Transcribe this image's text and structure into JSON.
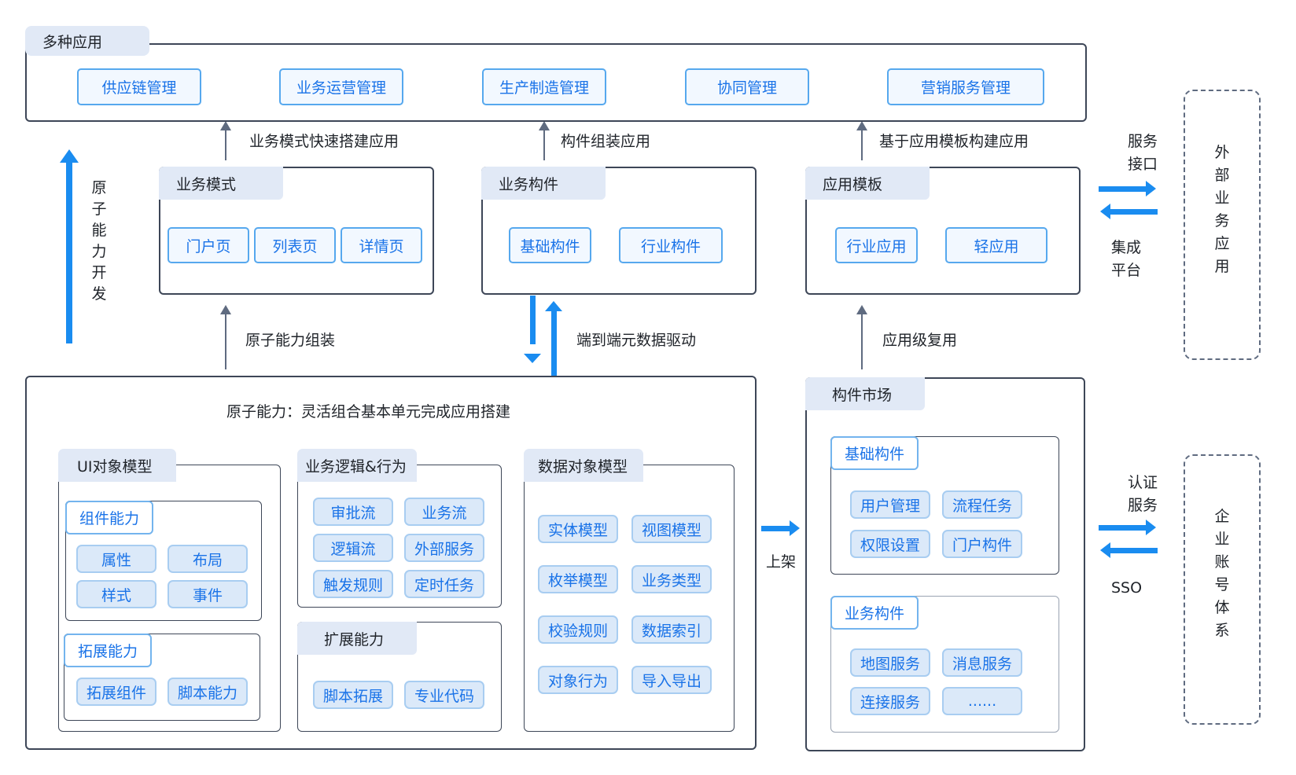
{
  "apps": {
    "title": "多种应用",
    "items": [
      "供应链管理",
      "业务运营管理",
      "生产制造管理",
      "协同管理",
      "营销服务管理"
    ]
  },
  "arrows": {
    "left_vertical": "原子能力开发",
    "to_apps_1": "业务模式快速搭建应用",
    "to_apps_2": "构件组装应用",
    "to_apps_3": "基于应用模板构建应用",
    "atomic_assemble": "原子能力组装",
    "end_to_end": "端到端元数据驱动",
    "app_reuse": "应用级复用",
    "listing": "上架"
  },
  "business_mode": {
    "title": "业务模式",
    "items": [
      "门户页",
      "列表页",
      "详情页"
    ]
  },
  "business_component": {
    "title": "业务构件",
    "items": [
      "基础构件",
      "行业构件"
    ]
  },
  "app_template": {
    "title": "应用模板",
    "items": [
      "行业应用",
      "轻应用"
    ]
  },
  "atomic": {
    "title": "原子能力：灵活组合基本单元完成应用搭建",
    "ui_model": {
      "title": "UI对象模型",
      "component_ability": {
        "title": "组件能力",
        "items": [
          "属性",
          "布局",
          "样式",
          "事件"
        ]
      },
      "extension_ability": {
        "title": "拓展能力",
        "items": [
          "拓展组件",
          "脚本能力"
        ]
      }
    },
    "logic": {
      "title": "业务逻辑&行为",
      "items": [
        "审批流",
        "业务流",
        "逻辑流",
        "外部服务",
        "触发规则",
        "定时任务"
      ]
    },
    "extend": {
      "title": "扩展能力",
      "items": [
        "脚本拓展",
        "专业代码"
      ]
    },
    "data_model": {
      "title": "数据对象模型",
      "items": [
        "实体模型",
        "视图模型",
        "枚举模型",
        "业务类型",
        "校验规则",
        "数据索引",
        "对象行为",
        "导入导出"
      ]
    }
  },
  "market": {
    "title": "构件市场",
    "basic": {
      "title": "基础构件",
      "items": [
        "用户管理",
        "流程任务",
        "权限设置",
        "门户构件"
      ]
    },
    "business": {
      "title": "业务构件",
      "items": [
        "地图服务",
        "消息服务",
        "连接服务",
        "......"
      ]
    }
  },
  "external": {
    "top_label": "服务接口",
    "bottom_label": "集成平台",
    "box": "外部业务应用"
  },
  "enterprise": {
    "top_label": "认证服务",
    "bottom_label": "SSO",
    "box": "企业账号体系"
  },
  "colors": {
    "accent": "#1a8cf0",
    "chip_border": "#56a8ee",
    "tag_bg": "#e1e9f6",
    "frame": "#3d4657"
  }
}
